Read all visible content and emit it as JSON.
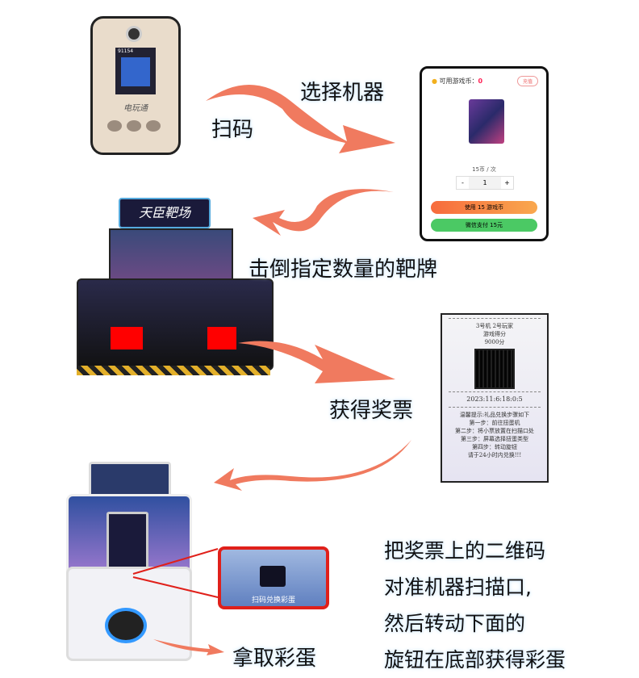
{
  "steps": {
    "scan": "扫码",
    "select": "选择机器",
    "hit": "击倒指定数量的靶牌",
    "ticket": "获得奖票",
    "instruction": [
      "把奖票上的二维码",
      "对准机器扫描口,",
      "然后转动下面的",
      "旋钮在底部获得彩蛋"
    ],
    "take": "拿取彩蛋"
  },
  "device": {
    "brand": "电玩通",
    "id": "91154"
  },
  "phone": {
    "coins_label": "可用游戏币：",
    "coins_value": "0",
    "pay_button": "充值",
    "price": "15币 / 次",
    "minus": "-",
    "qty": "1",
    "plus": "+",
    "use_button": "使用 15 游戏币",
    "wechat_button": "微信支付 15元"
  },
  "machine": {
    "logo": "天臣靶场"
  },
  "ticket": {
    "line1": "3号机  2号玩家",
    "line2": "游戏得分",
    "line3": "9000分",
    "date": "2023:11:6:18:0:5",
    "tips": [
      "温馨提示:礼品兑换步骤如下",
      "第一步：前往扭蛋机",
      "第二步：将小票放置在扫描口处",
      "第三步：屏幕选择扭蛋类型",
      "第四步：转动旋钮",
      "请于24小时内兑换!!!"
    ]
  },
  "scanner": {
    "label": "扫码兑换彩蛋"
  },
  "colors": {
    "arrow": "#f07a5f",
    "highlight": "#e0201a"
  }
}
